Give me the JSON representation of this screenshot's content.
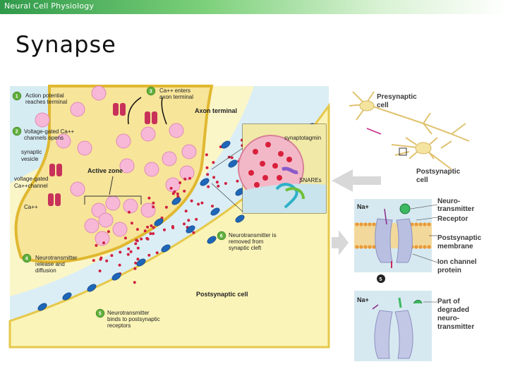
{
  "header": {
    "title": "Neural Cell Physiology"
  },
  "slide": {
    "title": "Synapse"
  },
  "diagram": {
    "left_panel": {
      "steps": [
        {
          "num": "1",
          "lines": [
            "Action potential",
            "reaches terminal"
          ]
        },
        {
          "num": "2",
          "lines": [
            "Voltage-gated Ca++",
            "channels opens"
          ]
        },
        {
          "num": "3",
          "lines": [
            "Ca++ enters",
            "axon terminal"
          ]
        },
        {
          "num": "4",
          "lines": [
            "Neurotransmitter",
            "release and",
            "diffusion"
          ]
        },
        {
          "num": "5",
          "lines": [
            "Neurotransmitter",
            "binds to postsynaptic",
            "receptors"
          ]
        },
        {
          "num": "6",
          "lines": [
            "Neurotransmitter is",
            "removed from",
            "synaptic cleft"
          ]
        }
      ],
      "labels": {
        "axon_terminal": "Axon terminal",
        "synaptic_vesicle": [
          "synaptic",
          "vesicle"
        ],
        "voltage_gated": [
          "voltage-gated",
          "Ca++channel"
        ],
        "active_zone": "Active zone",
        "ca": "Ca++",
        "synaptotagmin": "synaptotagmin",
        "snares": "SNAREs",
        "postsynaptic_cell": "Postsynaptic cell"
      }
    },
    "right_panel": {
      "presynaptic": [
        "Presynaptic",
        "cell"
      ],
      "postsynaptic": [
        "Postsynaptic",
        "cell"
      ],
      "na_top": "Na+",
      "na_bottom": "Na+",
      "neurotransmitter": [
        "Neuro-",
        "transmitter"
      ],
      "receptor": "Receptor",
      "membrane": [
        "Postsynaptic",
        "membrane"
      ],
      "ion_channel": [
        "Ion channel",
        "protein"
      ],
      "step5": "5",
      "degraded": [
        "Part of",
        "degraded",
        "neuro-",
        "transmitter"
      ]
    }
  }
}
